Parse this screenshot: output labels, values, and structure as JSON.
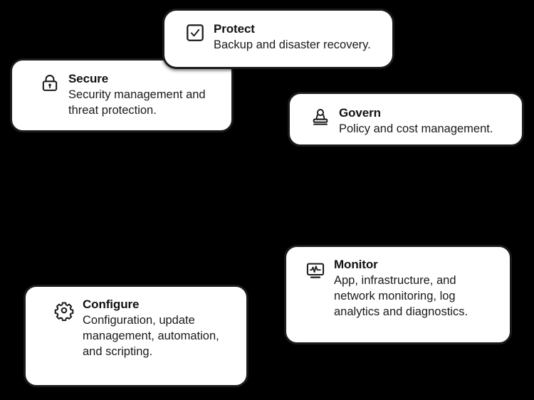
{
  "background_color": "#000000",
  "card_style": {
    "fill": "#ffffff",
    "border_color": "#1b1b1b",
    "title_color": "#111111",
    "text_color": "#1a1a1a"
  },
  "cards": [
    {
      "id": "protect",
      "icon": "checkbox-checked-icon",
      "title": "Protect",
      "description": "Backup and disaster recovery."
    },
    {
      "id": "secure",
      "icon": "lock-icon",
      "title": "Secure",
      "description": "Security management and threat protection."
    },
    {
      "id": "govern",
      "icon": "stamp-icon",
      "title": "Govern",
      "description": "Policy and cost management."
    },
    {
      "id": "monitor",
      "icon": "monitor-pulse-icon",
      "title": "Monitor",
      "description": "App, infrastructure, and network monitoring, log analytics and diagnostics."
    },
    {
      "id": "configure",
      "icon": "gear-icon",
      "title": "Configure",
      "description": "Configuration, update management, automation, and scripting."
    }
  ]
}
